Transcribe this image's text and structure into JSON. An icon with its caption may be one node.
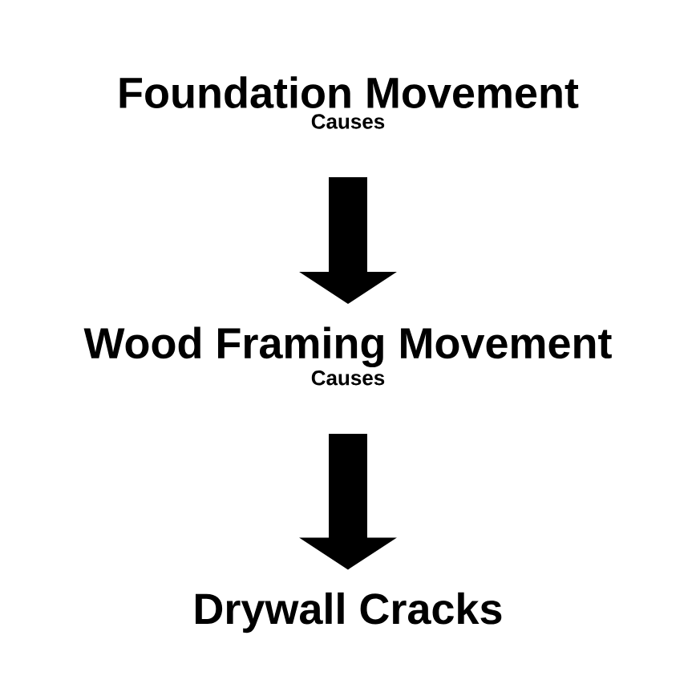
{
  "diagram": {
    "nodes": [
      {
        "text": [
          "Foundation Movement",
          "Causes"
        ]
      },
      {
        "text": [
          "Wood Framing Movement",
          "Causes"
        ]
      },
      {
        "text": [
          "Drywall Cracks"
        ]
      }
    ],
    "edges": [
      {
        "from": 0,
        "to": 1,
        "arrow": "to"
      },
      {
        "from": 1,
        "to": 2,
        "arrow": "to"
      }
    ]
  }
}
